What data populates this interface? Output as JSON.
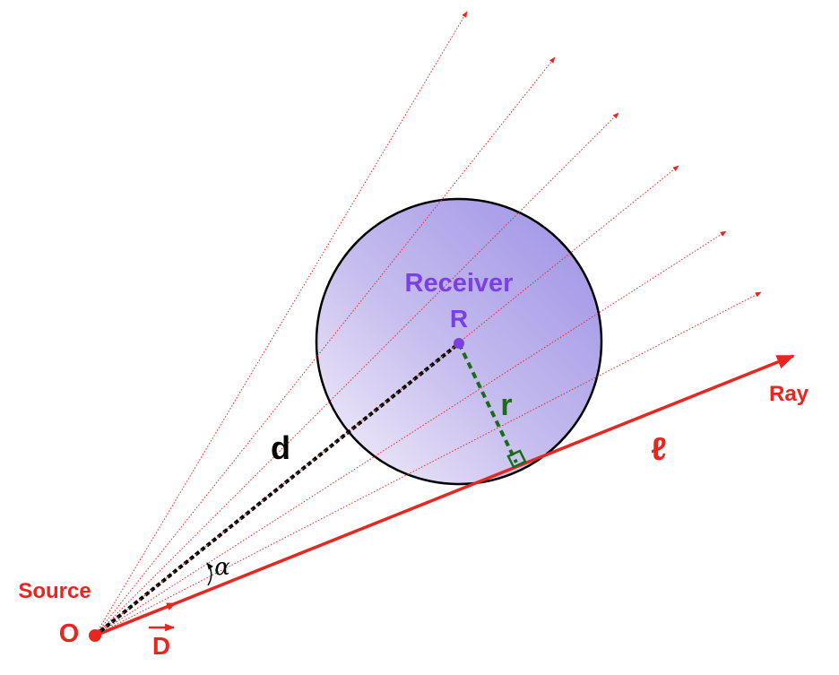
{
  "labels": {
    "receiver": "Receiver",
    "receiver_point": "R",
    "radius": "r",
    "distance": "d",
    "ray": "Ray",
    "length": "ℓ",
    "source": "Source",
    "origin": "O",
    "direction": "D",
    "angle": "α"
  },
  "colors": {
    "ray": "#e8251f",
    "receiver_label": "#7b3fe4",
    "radius": "#1a6b1a",
    "distance": "#000000",
    "sphere_fill_dark": "#a99ee8",
    "sphere_fill_light": "#f4f0fb",
    "sphere_stroke": "#000000"
  }
}
